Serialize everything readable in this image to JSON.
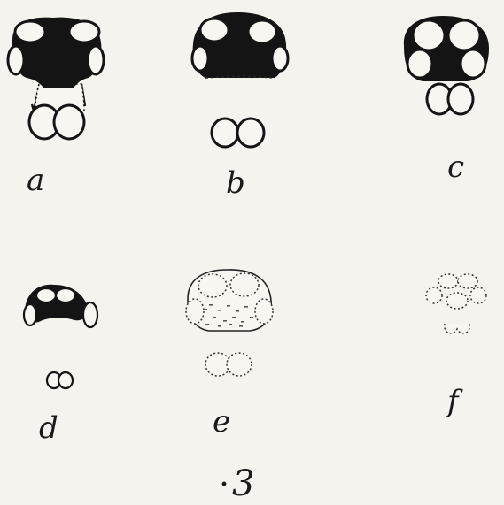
{
  "figures": [
    {
      "id": "a",
      "label": "a"
    },
    {
      "id": "b",
      "label": "b"
    },
    {
      "id": "c",
      "label": "c"
    },
    {
      "id": "d",
      "label": "d"
    },
    {
      "id": "e",
      "label": "e"
    },
    {
      "id": "f",
      "label": "f"
    }
  ],
  "plate_number": "3"
}
